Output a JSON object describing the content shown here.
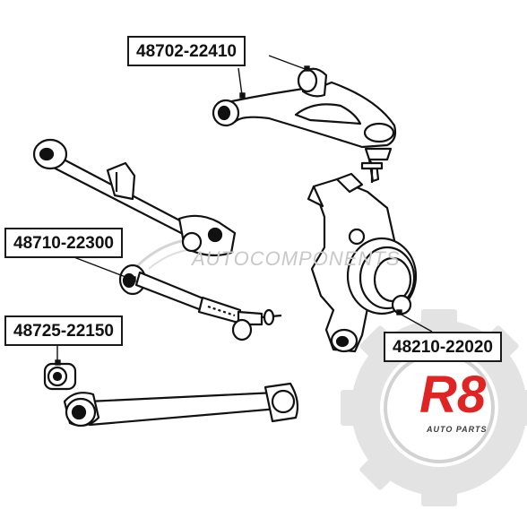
{
  "parts": {
    "upper_arm": "48702-22410",
    "lateral_link": "48710-22300",
    "bushing": "48725-22150",
    "knuckle": "48210-22020"
  },
  "watermark": {
    "text": "AUTOCOMPONENTS"
  },
  "logo": {
    "mark": "R8",
    "subtitle": "AUTO PARTS",
    "accent_color": "#e02424"
  }
}
